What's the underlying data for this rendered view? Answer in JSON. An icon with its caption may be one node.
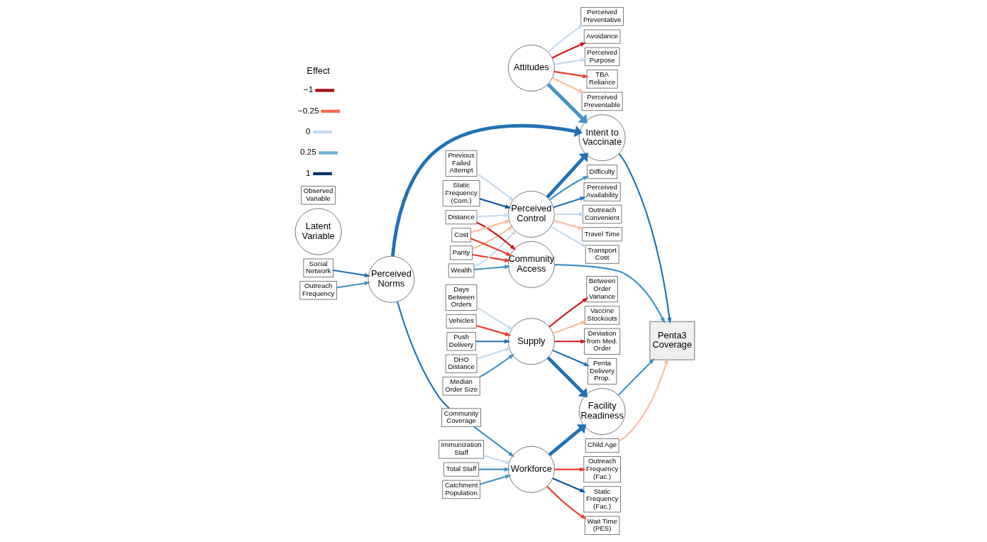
{
  "diagram": {
    "nodes": [
      {
        "text": [
          "TBA Reliance"
        ]
      },
      {
        "text": [
          "Perceived Preventable"
        ]
      },
      {
        "text": [
          "Perceived Preventative"
        ]
      },
      {
        "text": [
          "Avoidance"
        ]
      },
      {
        "text": [
          "Perceived Purpose"
        ]
      },
      {
        "text": [
          "Attitudes"
        ]
      },
      {
        "text": [
          "Social Network"
        ]
      },
      {
        "text": [
          "Outreach Frequency"
        ]
      },
      {
        "text": [
          "Perceived Norms"
        ]
      },
      {
        "text": [
          "Travel Time"
        ]
      },
      {
        "text": [
          "Transport Cost"
        ]
      },
      {
        "text": [
          "Difficulty"
        ]
      },
      {
        "text": [
          "Perceived Availability"
        ]
      },
      {
        "text": [
          "Outreach Convenient"
        ]
      },
      {
        "text": [
          "Perceived Control"
        ]
      },
      {
        "text": [
          "Previous Failed Attempt"
        ]
      },
      {
        "text": [
          "Static Frequency (Com.)"
        ]
      },
      {
        "text": [
          "Intent to Vaccinate"
        ]
      },
      {
        "text": [
          "Child Age"
        ]
      },
      {
        "text": [
          "Penta3 Coverage"
        ]
      },
      {
        "text": [
          "Community Access"
        ]
      },
      {
        "text": [
          "Parity"
        ]
      },
      {
        "text": [
          "Wealth"
        ]
      },
      {
        "text": [
          "Distance"
        ]
      },
      {
        "text": [
          "Cost"
        ]
      },
      {
        "text": [
          "Latent Variable"
        ]
      },
      {
        "text": [
          "Observed Variable"
        ]
      },
      {
        "text": [
          "Facility Readiness"
        ]
      },
      {
        "text": [
          "Vehicles"
        ]
      },
      {
        "text": [
          "Push Delivery"
        ]
      },
      {
        "text": [
          "DHO Distance"
        ]
      },
      {
        "text": [
          "Median Order Size"
        ]
      },
      {
        "text": [
          "Days Between Orders"
        ]
      },
      {
        "text": [
          "Supply"
        ]
      },
      {
        "text": [
          "Penta Delivery Prop."
        ]
      },
      {
        "text": [
          "Vaccine Stockouts"
        ]
      },
      {
        "text": [
          "Between Order Variance"
        ]
      },
      {
        "text": [
          "Deviation from Med. Order"
        ]
      },
      {
        "text": [
          "Workforce"
        ]
      },
      {
        "text": [
          "Outreach Frequency (Fac.)"
        ]
      },
      {
        "text": [
          "Static Frequency (Fac.)"
        ]
      },
      {
        "text": [
          "Wait Time (PES)"
        ]
      },
      {
        "text": [
          "Community Coverage"
        ]
      },
      {
        "text": [
          "Immunization Staff"
        ]
      },
      {
        "text": [
          "Total Staff"
        ]
      },
      {
        "text": [
          "Catchment Population"
        ]
      }
    ],
    "edges": [
      {
        "from": 5,
        "to": 0,
        "arrow": "to",
        "color": "#ef3b2c"
      },
      {
        "from": 5,
        "to": 1,
        "arrow": "to",
        "color": "#fcbba1"
      },
      {
        "from": 5,
        "to": 2,
        "arrow": "to",
        "color": "#c6dbef"
      },
      {
        "from": 5,
        "to": 3,
        "arrow": "to",
        "color": "#cb181d"
      },
      {
        "from": 5,
        "to": 4,
        "arrow": "to",
        "color": "#c6dbef"
      },
      {
        "from": 6,
        "to": 8,
        "arrow": "to",
        "color": "#2171b5"
      },
      {
        "from": 7,
        "to": 8,
        "arrow": "to",
        "color": "#4292c6"
      },
      {
        "from": 14,
        "to": 9,
        "arrow": "to",
        "color": "#fcbba1"
      },
      {
        "from": 14,
        "to": 10,
        "arrow": "to",
        "color": "#c6dbef"
      },
      {
        "from": 14,
        "to": 11,
        "arrow": "to",
        "color": "#4292c6"
      },
      {
        "from": 14,
        "to": 12,
        "arrow": "to",
        "color": "#2171b5"
      },
      {
        "from": 14,
        "to": 13,
        "arrow": "to",
        "color": "#c6dbef"
      },
      {
        "from": 15,
        "to": 14,
        "arrow": "to",
        "color": "#c6dbef"
      },
      {
        "from": 16,
        "to": 14,
        "arrow": "to",
        "color": "#08519c"
      },
      {
        "from": 21,
        "to": 14,
        "arrow": "to",
        "color": "#fcbba1"
      },
      {
        "from": 22,
        "to": 14,
        "arrow": "to",
        "color": "#c6dbef"
      },
      {
        "from": 23,
        "to": 14,
        "arrow": "to",
        "color": "#c6dbef"
      },
      {
        "from": 24,
        "to": 14,
        "arrow": "to",
        "color": "#fcbba1"
      },
      {
        "from": 5,
        "to": 17,
        "arrow": "to",
        "color": "#4292c6",
        "style": "thick"
      },
      {
        "from": 8,
        "to": 17,
        "arrow": "to",
        "color": "#2171b5",
        "style": "thick"
      },
      {
        "from": 14,
        "to": 17,
        "arrow": "to",
        "color": "#2171b5",
        "style": "thick"
      },
      {
        "from": 8,
        "to": 42,
        "arrow": "none",
        "color": "#2171b5"
      },
      {
        "from": 17,
        "to": 19,
        "arrow": "to",
        "color": "#2171b5"
      },
      {
        "from": 18,
        "to": 19,
        "arrow": "to",
        "color": "#fcbba1"
      },
      {
        "from": 20,
        "to": 19,
        "arrow": "to",
        "color": "#4292c6"
      },
      {
        "from": 27,
        "to": 19,
        "arrow": "to",
        "color": "#4292c6"
      },
      {
        "from": 21,
        "to": 20,
        "arrow": "to",
        "color": "#ef3b2c"
      },
      {
        "from": 22,
        "to": 20,
        "arrow": "to",
        "color": "#4292c6"
      },
      {
        "from": 23,
        "to": 20,
        "arrow": "to",
        "color": "#cb181d"
      },
      {
        "from": 24,
        "to": 20,
        "arrow": "to",
        "color": "#ef3b2c"
      },
      {
        "from": 33,
        "to": 27,
        "arrow": "to",
        "color": "#2171b5",
        "style": "thick"
      },
      {
        "from": 38,
        "to": 27,
        "arrow": "to",
        "color": "#2171b5",
        "style": "thick"
      },
      {
        "from": 28,
        "to": 33,
        "arrow": "to",
        "color": "#ef3b2c"
      },
      {
        "from": 29,
        "to": 33,
        "arrow": "to",
        "color": "#2171b5"
      },
      {
        "from": 30,
        "to": 33,
        "arrow": "to",
        "color": "#c6dbef"
      },
      {
        "from": 31,
        "to": 33,
        "arrow": "to",
        "color": "#4292c6"
      },
      {
        "from": 32,
        "to": 33,
        "arrow": "to",
        "color": "#c6dbef"
      },
      {
        "from": 33,
        "to": 34,
        "arrow": "to",
        "color": "#2171b5"
      },
      {
        "from": 33,
        "to": 35,
        "arrow": "to",
        "color": "#fcbba1"
      },
      {
        "from": 33,
        "to": 36,
        "arrow": "to",
        "color": "#cb181d"
      },
      {
        "from": 33,
        "to": 37,
        "arrow": "to",
        "color": "#cb181d"
      },
      {
        "from": 38,
        "to": 39,
        "arrow": "to",
        "color": "#ef3b2c"
      },
      {
        "from": 38,
        "to": 40,
        "arrow": "to",
        "color": "#08519c"
      },
      {
        "from": 38,
        "to": 41,
        "arrow": "to",
        "color": "#ef3b2c"
      },
      {
        "from": 42,
        "to": 38,
        "arrow": "to",
        "color": "#4292c6"
      },
      {
        "from": 43,
        "to": 38,
        "arrow": "to",
        "color": "#c6dbef"
      },
      {
        "from": 44,
        "to": 38,
        "arrow": "to",
        "color": "#4292c6"
      },
      {
        "from": 45,
        "to": 38,
        "arrow": "to",
        "color": "#4292c6"
      }
    ],
    "labels": [
      "Effect"
    ],
    "legend": [
      {
        "text": "−1",
        "color": "#a50f15"
      },
      {
        "text": "−0.25",
        "color": "#fb6a4a"
      },
      {
        "text": "0",
        "color": "#c6dbef"
      },
      {
        "text": "0.25",
        "color": "#6baed6"
      },
      {
        "text": "1",
        "color": "#08306b"
      }
    ]
  }
}
